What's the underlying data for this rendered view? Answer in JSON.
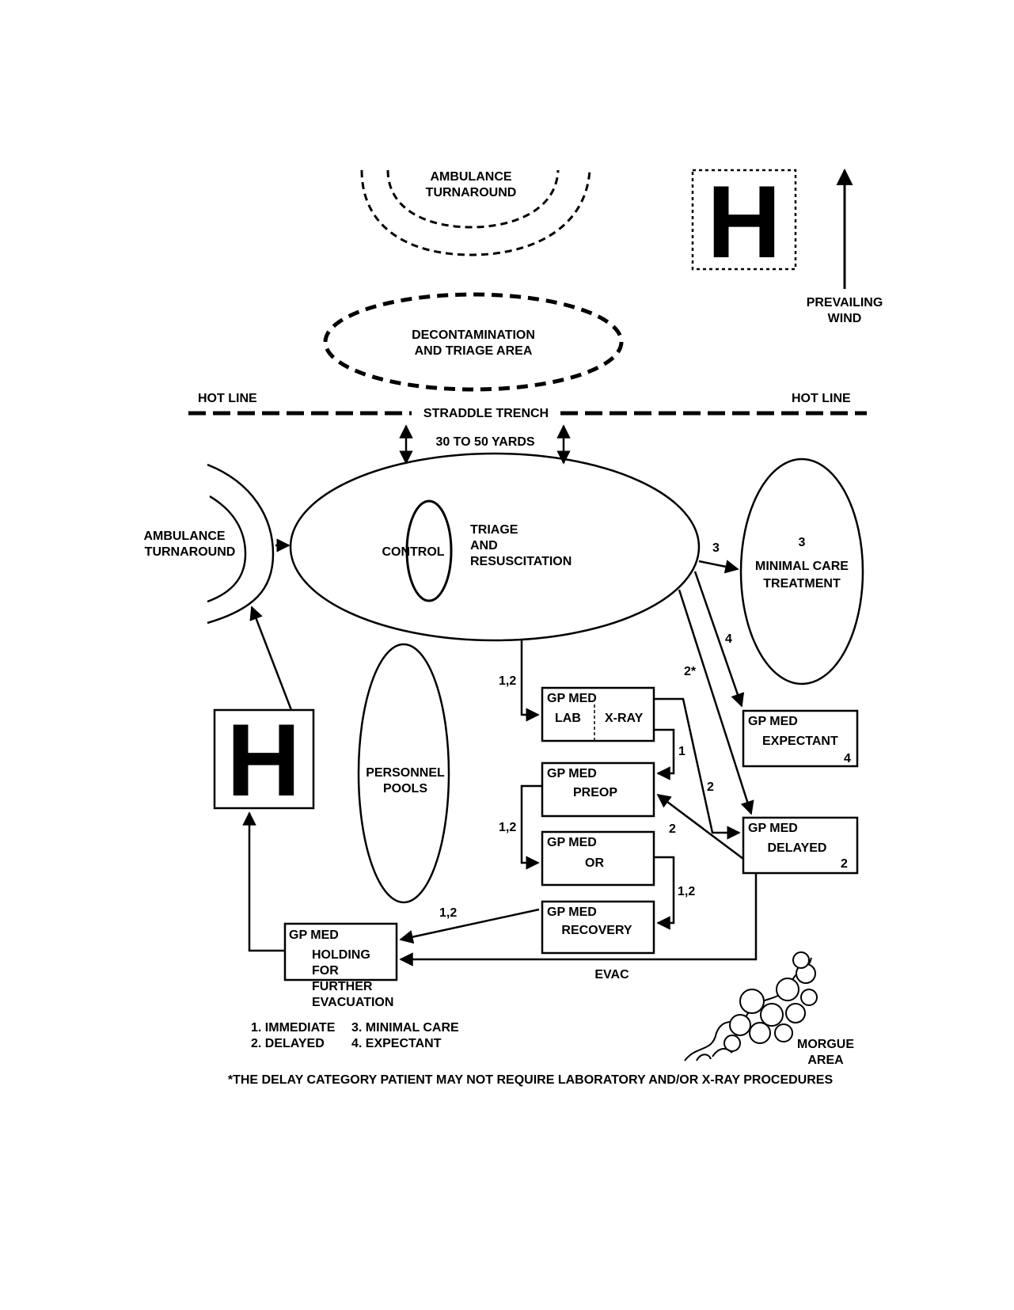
{
  "ambulance_turnaround_top": [
    "AMBULANCE",
    "TURNAROUND"
  ],
  "decon_area": [
    "DECONTAMINATION",
    "AND TRIAGE AREA"
  ],
  "helipad_symbol": "H",
  "wind": [
    "PREVAILING",
    "WIND"
  ],
  "hot_line_left": "HOT LINE",
  "hot_line_right": "HOT LINE",
  "straddle_trench": "STRADDLE TRENCH",
  "distance": "30 TO 50 YARDS",
  "ambulance_turnaround_left": [
    "AMBULANCE",
    "TURNAROUND"
  ],
  "control": "CONTROL",
  "triage": [
    "TRIAGE",
    "AND",
    "RESUSCITATION"
  ],
  "minimal_care": {
    "num": "3",
    "lines": [
      "MINIMAL CARE",
      "TREATMENT"
    ]
  },
  "personnel_pools": [
    "PERSONNEL",
    "POOLS"
  ],
  "boxes": {
    "lab_xray": {
      "head": "GP MED",
      "left": "LAB",
      "right": "X-RAY"
    },
    "expectant": {
      "head": "GP MED",
      "label": "EXPECTANT",
      "num": "4"
    },
    "preop": {
      "head": "GP MED",
      "label": "PREOP"
    },
    "delayed": {
      "head": "GP MED",
      "label": "DELAYED",
      "num": "2"
    },
    "or": {
      "head": "GP MED",
      "label": "OR"
    },
    "recovery": {
      "head": "GP MED",
      "label": "RECOVERY"
    },
    "holding": {
      "head": "GP MED",
      "lines": [
        "HOLDING",
        "FOR",
        "FURTHER",
        "EVACUATION"
      ]
    }
  },
  "flow_labels": {
    "to_minimal": "3",
    "to_expectant": "4",
    "to_delayed_direct": "2*",
    "to_lab": "1,2",
    "lab_to_preop": "1",
    "lab_to_delayed": "2",
    "delayed_to_preop": "2",
    "preop_to_or": "1,2",
    "or_to_recovery": "1,2",
    "recovery_to_holding": "1,2",
    "evac": "EVAC"
  },
  "legend": [
    "1.  IMMEDIATE",
    "2.  DELAYED",
    "3.  MINIMAL CARE",
    "4.  EXPECTANT"
  ],
  "morgue": [
    "MORGUE",
    "AREA"
  ],
  "footnote": "*THE DELAY CATEGORY PATIENT MAY NOT REQUIRE LABORATORY AND/OR X-RAY PROCEDURES"
}
